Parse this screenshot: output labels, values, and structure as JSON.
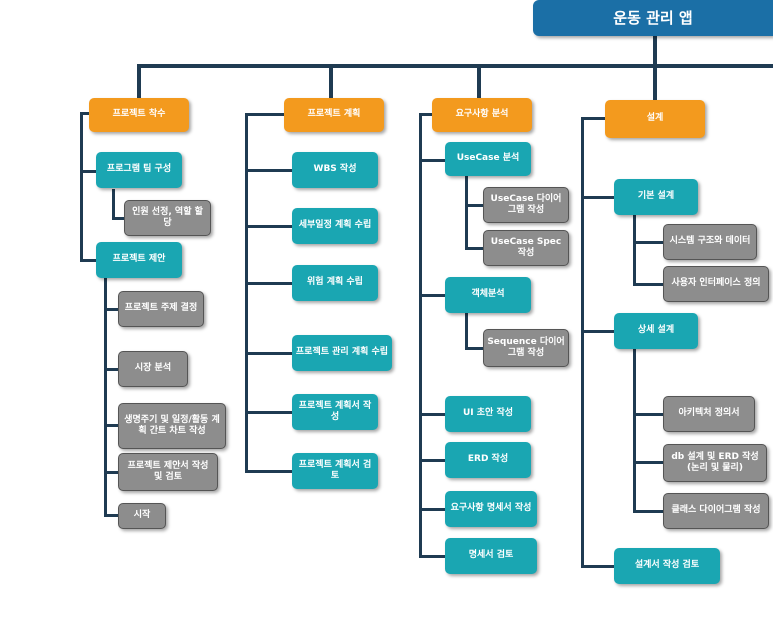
{
  "colors": {
    "root": "#1b6fa6",
    "phase": "#f39a1e",
    "task": "#1aa6b2",
    "subtask": "#8d8d8d",
    "connector": "#1f3b52"
  },
  "root": {
    "label": "운동 관리 앱"
  },
  "columns": [
    {
      "label": "프로젝트 착수",
      "tasks": [
        {
          "label": "프로그램 팀 구성",
          "subtasks": [
            "인원 선정, 역할 할당"
          ]
        },
        {
          "label": "프로젝트 제안",
          "subtasks": [
            "프로젝트 주제 결정",
            "시장 분석",
            "생명주기 및 일정/활동 계획 간트 차트 작성",
            "프로젝트 제안서 작성 및 검토",
            "시작"
          ]
        }
      ]
    },
    {
      "label": "프로젝트 계획",
      "tasks": [
        {
          "label": "WBS 작성",
          "subtasks": []
        },
        {
          "label": "세부일정 계획 수립",
          "subtasks": []
        },
        {
          "label": "위험 계획 수립",
          "subtasks": []
        },
        {
          "label": "프로젝트 관리 계획 수립",
          "subtasks": []
        },
        {
          "label": "프로젝트 계획서 작성",
          "subtasks": []
        },
        {
          "label": "프로젝트 계획서 검토",
          "subtasks": []
        }
      ]
    },
    {
      "label": "요구사항 분석",
      "tasks": [
        {
          "label": "UseCase 분석",
          "subtasks": [
            "UseCase 다이어그램 작성",
            "UseCase Spec 작성"
          ]
        },
        {
          "label": "객체분석",
          "subtasks": [
            "Sequence 다이어그램 작성"
          ]
        },
        {
          "label": "UI 초안 작성",
          "subtasks": []
        },
        {
          "label": "ERD 작성",
          "subtasks": []
        },
        {
          "label": "요구사항 명세서 작성",
          "subtasks": []
        },
        {
          "label": "명세서 검토",
          "subtasks": []
        }
      ]
    },
    {
      "label": "설계",
      "tasks": [
        {
          "label": "기본 설계",
          "subtasks": [
            "시스템 구조와 데이터",
            "사용자 인터페이스 정의"
          ]
        },
        {
          "label": "상세 설계",
          "subtasks": [
            "아키텍처 정의서",
            "db 설계 및 ERD 작성(논리 및 물리)",
            "클래스 다이어그램 작성"
          ]
        },
        {
          "label": "설계서 작성 검토",
          "subtasks": []
        }
      ]
    }
  ]
}
